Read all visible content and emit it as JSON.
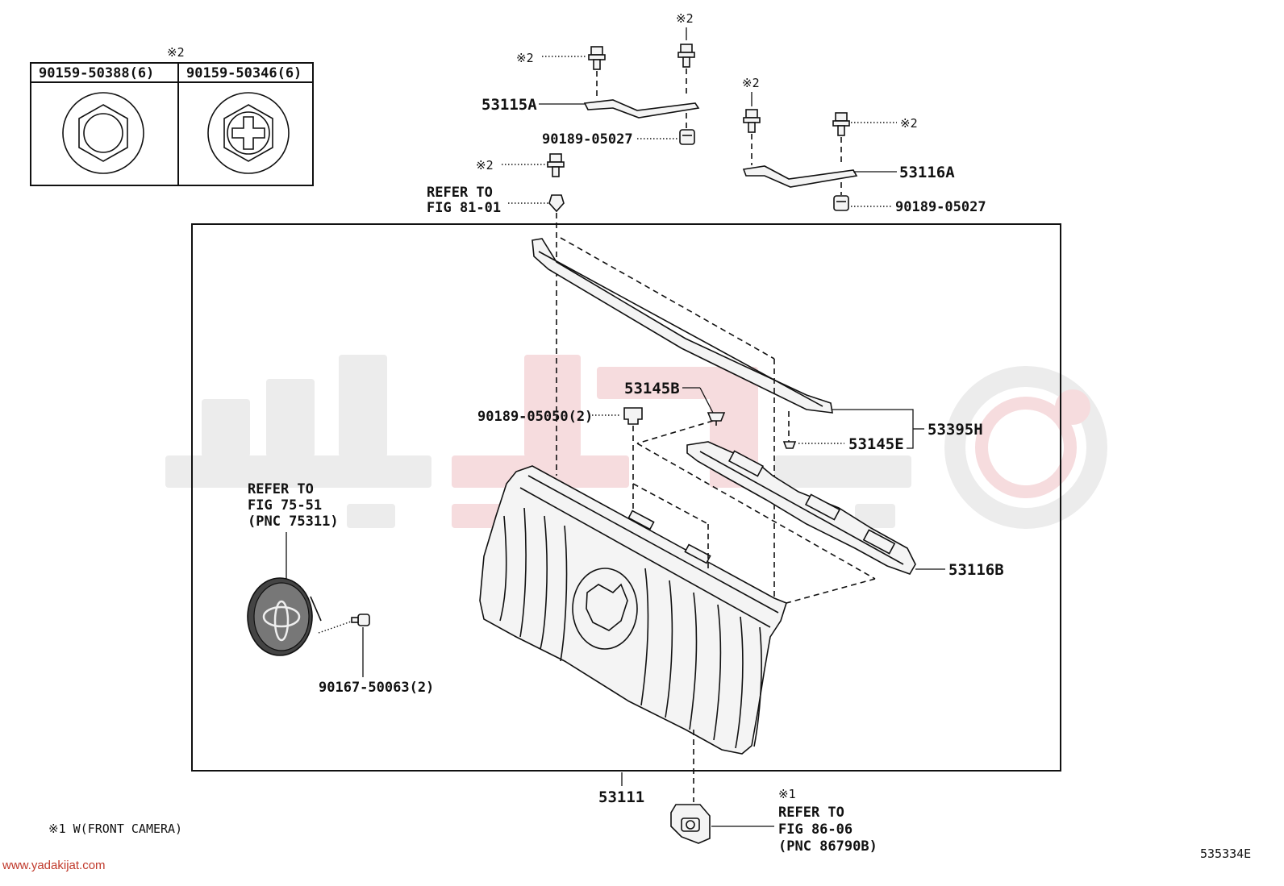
{
  "labels": {
    "note_top": "※2",
    "inset_col1": "90159-50388(6)",
    "inset_col2": "90159-50346(6)",
    "star2_a": "※2",
    "star2_b": "※2",
    "star2_c": "※2",
    "star2_d": "※2",
    "star2_e": "※2",
    "p53115a": "53115A",
    "p90189_05027_a": "90189-05027",
    "refer81_line1": "REFER TO",
    "refer81_line2": "FIG 81-01",
    "p53116a": "53116A",
    "p90189_05027_b": "90189-05027",
    "p53145b": "53145B",
    "p90189_05050": "90189-05050(2)",
    "p53145e": "53145E",
    "p53395h": "53395H",
    "refer75_line1": "REFER TO",
    "refer75_line2": "FIG 75-51",
    "refer75_line3": "(PNC 75311)",
    "p53116b": "53116B",
    "p90167_50063": "90167-50063(2)",
    "p53111": "53111",
    "star1": "※1",
    "refer86_line1": "REFER TO",
    "refer86_line2": "FIG 86-06",
    "refer86_line3": "(PNC 86790B)",
    "note_footer": "※1 W(FRONT CAMERA)",
    "watermark_url": "www.yadakijat.com",
    "drawing_id": "535334E"
  },
  "colors": {
    "line": "#111111",
    "watermark_gray": "#ececec",
    "watermark_red": "#f6dcde",
    "url_text": "#c0392b"
  }
}
